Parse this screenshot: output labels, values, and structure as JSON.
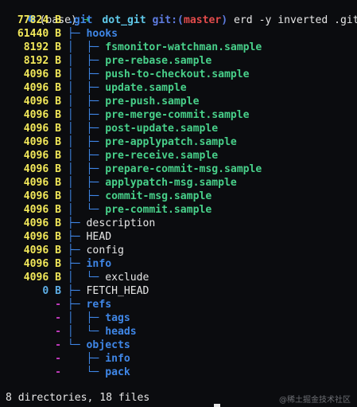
{
  "prompt": {
    "env": "(base)",
    "arrow": "➜",
    "directory": "dot_git",
    "git_label": "git:",
    "branch_open": "(",
    "branch": "master",
    "branch_close": ")",
    "command": "erd -y inverted .git"
  },
  "tree": [
    {
      "size": "77824 B",
      "indent": "",
      "name": ".git",
      "kind": "dir"
    },
    {
      "size": "61440 B",
      "indent": "├─ ",
      "name": "hooks",
      "kind": "dir"
    },
    {
      "size": "8192 B",
      "indent": "│  ├─ ",
      "name": "fsmonitor-watchman.sample",
      "kind": "sample"
    },
    {
      "size": "8192 B",
      "indent": "│  ├─ ",
      "name": "pre-rebase.sample",
      "kind": "sample"
    },
    {
      "size": "4096 B",
      "indent": "│  ├─ ",
      "name": "push-to-checkout.sample",
      "kind": "sample"
    },
    {
      "size": "4096 B",
      "indent": "│  ├─ ",
      "name": "update.sample",
      "kind": "sample"
    },
    {
      "size": "4096 B",
      "indent": "│  ├─ ",
      "name": "pre-push.sample",
      "kind": "sample"
    },
    {
      "size": "4096 B",
      "indent": "│  ├─ ",
      "name": "pre-merge-commit.sample",
      "kind": "sample"
    },
    {
      "size": "4096 B",
      "indent": "│  ├─ ",
      "name": "post-update.sample",
      "kind": "sample"
    },
    {
      "size": "4096 B",
      "indent": "│  ├─ ",
      "name": "pre-applypatch.sample",
      "kind": "sample"
    },
    {
      "size": "4096 B",
      "indent": "│  ├─ ",
      "name": "pre-receive.sample",
      "kind": "sample"
    },
    {
      "size": "4096 B",
      "indent": "│  ├─ ",
      "name": "prepare-commit-msg.sample",
      "kind": "sample"
    },
    {
      "size": "4096 B",
      "indent": "│  ├─ ",
      "name": "applypatch-msg.sample",
      "kind": "sample"
    },
    {
      "size": "4096 B",
      "indent": "│  ├─ ",
      "name": "commit-msg.sample",
      "kind": "sample"
    },
    {
      "size": "4096 B",
      "indent": "│  └─ ",
      "name": "pre-commit.sample",
      "kind": "sample"
    },
    {
      "size": "4096 B",
      "indent": "├─ ",
      "name": "description",
      "kind": "file"
    },
    {
      "size": "4096 B",
      "indent": "├─ ",
      "name": "HEAD",
      "kind": "file"
    },
    {
      "size": "4096 B",
      "indent": "├─ ",
      "name": "config",
      "kind": "file"
    },
    {
      "size": "4096 B",
      "indent": "├─ ",
      "name": "info",
      "kind": "dir"
    },
    {
      "size": "4096 B",
      "indent": "│  └─ ",
      "name": "exclude",
      "kind": "file"
    },
    {
      "size": "0 B",
      "indent": "├─ ",
      "name": "FETCH_HEAD",
      "kind": "file"
    },
    {
      "size": "-",
      "indent": "├─ ",
      "name": "refs",
      "kind": "dir"
    },
    {
      "size": "-",
      "indent": "│  ├─ ",
      "name": "tags",
      "kind": "dir"
    },
    {
      "size": "-",
      "indent": "│  └─ ",
      "name": "heads",
      "kind": "dir"
    },
    {
      "size": "-",
      "indent": "└─ ",
      "name": "objects",
      "kind": "dir"
    },
    {
      "size": "-",
      "indent": "   ├─ ",
      "name": "info",
      "kind": "dir"
    },
    {
      "size": "-",
      "indent": "   └─ ",
      "name": "pack",
      "kind": "dir"
    }
  ],
  "summary": "8 directories, 18 files",
  "watermark": "@稀土掘金技术社区",
  "colors": {
    "background": "#0b0c0f",
    "size": "#f2e85a",
    "zero_size": "#5fb0e8",
    "dash": "#c43bbf",
    "dir": "#3f86e6",
    "sample": "#48d08a",
    "file": "#e6e6e6"
  }
}
